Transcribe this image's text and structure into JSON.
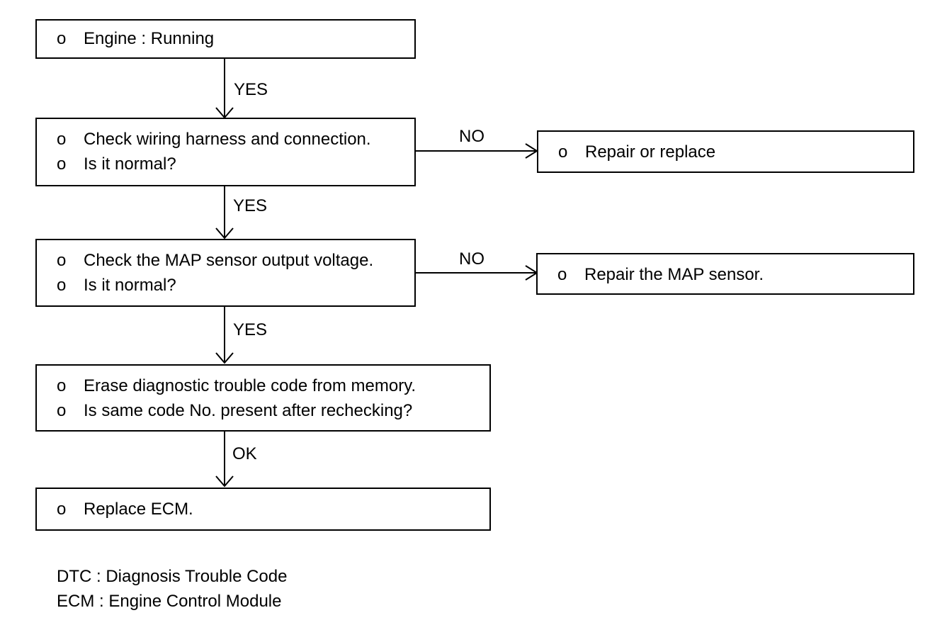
{
  "flowchart": {
    "steps": [
      {
        "id": "engine-running",
        "bullet": "o",
        "lines": [
          "Engine : Running"
        ]
      },
      {
        "id": "check-wiring",
        "bullet": "o",
        "lines": [
          "Check wiring harness and connection.",
          "Is it normal?"
        ]
      },
      {
        "id": "check-map",
        "bullet": "o",
        "lines": [
          "Check the MAP sensor output voltage.",
          "Is it normal?"
        ]
      },
      {
        "id": "erase-dtc",
        "bullet": "o",
        "lines": [
          "Erase diagnostic trouble code from memory.",
          "Is same code No. present after rechecking?"
        ]
      },
      {
        "id": "replace-ecm",
        "bullet": "o",
        "lines": [
          "Replace ECM."
        ]
      }
    ],
    "side_actions": [
      {
        "id": "repair-or-replace",
        "bullet": "o",
        "text": "Repair or replace"
      },
      {
        "id": "repair-map",
        "bullet": "o",
        "text": "Repair the MAP sensor."
      }
    ],
    "edge_labels": {
      "yes_1": "YES",
      "yes_2": "YES",
      "yes_3": "YES",
      "ok": "OK",
      "no_1": "NO",
      "no_2": "NO"
    }
  },
  "legend": {
    "dtc": "DTC : Diagnosis Trouble Code",
    "ecm": "ECM : Engine Control Module"
  }
}
